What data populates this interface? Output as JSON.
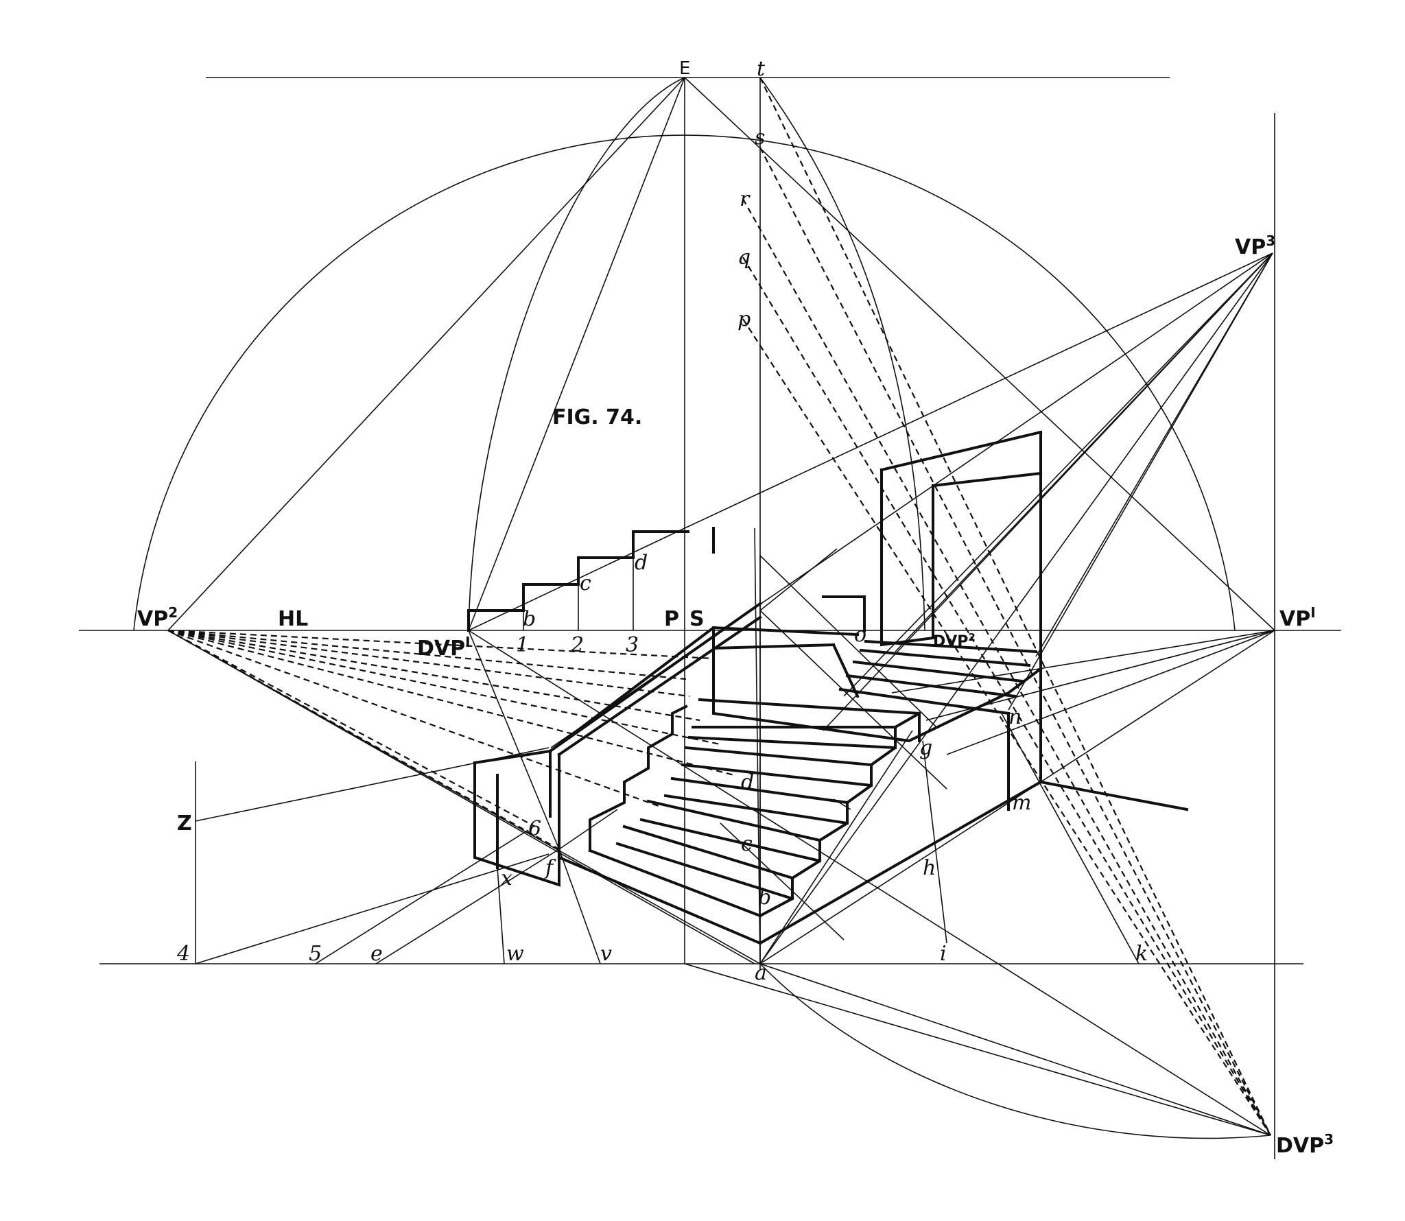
{
  "figure": {
    "title": "FIG. 74.",
    "labels": {
      "E": "E",
      "t": "t",
      "s_top": "s",
      "r": "r",
      "q": "q",
      "p": "p",
      "VP": "VP",
      "VP2_sup": "2",
      "VP1_sup": "I",
      "VP3_sup": "3",
      "DVP": "DVP",
      "DVP1_sup": "I",
      "DVP2_sup": "2",
      "DVP3_sup": "3",
      "HL": "HL",
      "P": "P",
      "S": "S",
      "Z": "Z",
      "o": "o",
      "g": "g",
      "n": "n",
      "m": "m",
      "h": "h",
      "i": "i",
      "k": "k",
      "a": "a",
      "b_low": "b",
      "c_low": "c",
      "d_low": "d",
      "b_high": "b",
      "c_high": "c",
      "d_high": "d",
      "n1": "1",
      "n2": "2",
      "n3": "3",
      "n4": "4",
      "n5": "5",
      "n6": "6",
      "e": "e",
      "f": "f",
      "x": "x",
      "w": "w",
      "v": "v"
    }
  }
}
